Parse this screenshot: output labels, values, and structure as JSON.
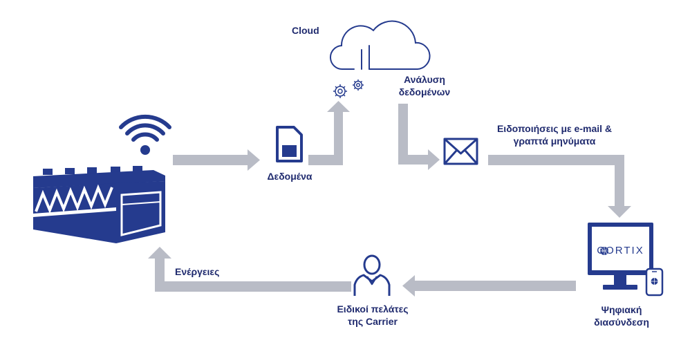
{
  "labels": {
    "cloud": "Cloud",
    "analysis_line1": "Ανάλυση",
    "analysis_line2": "δεδομένων",
    "notifications_line1": "Ειδοποιήσεις με e-mail &",
    "notifications_line2": "γραπτά μηνύματα",
    "data": "Δεδομένα",
    "actions": "Ενέργειες",
    "specialists_line1": "Ειδικοί πελάτες",
    "specialists_line2": "της Carrier",
    "digital_line1": "Ψηφιακή",
    "digital_line2": "διασύνδεση",
    "brand": "CORTIX"
  },
  "colors": {
    "navy": "#253b8e",
    "text": "#1f2a6e",
    "arrow": "#b9bcc6"
  },
  "icons": [
    "wifi-icon",
    "chiller-unit-icon",
    "sim-card-icon",
    "cloud-icon",
    "gears-icon",
    "envelope-icon",
    "monitor-icon",
    "phone-icon",
    "person-icon"
  ]
}
